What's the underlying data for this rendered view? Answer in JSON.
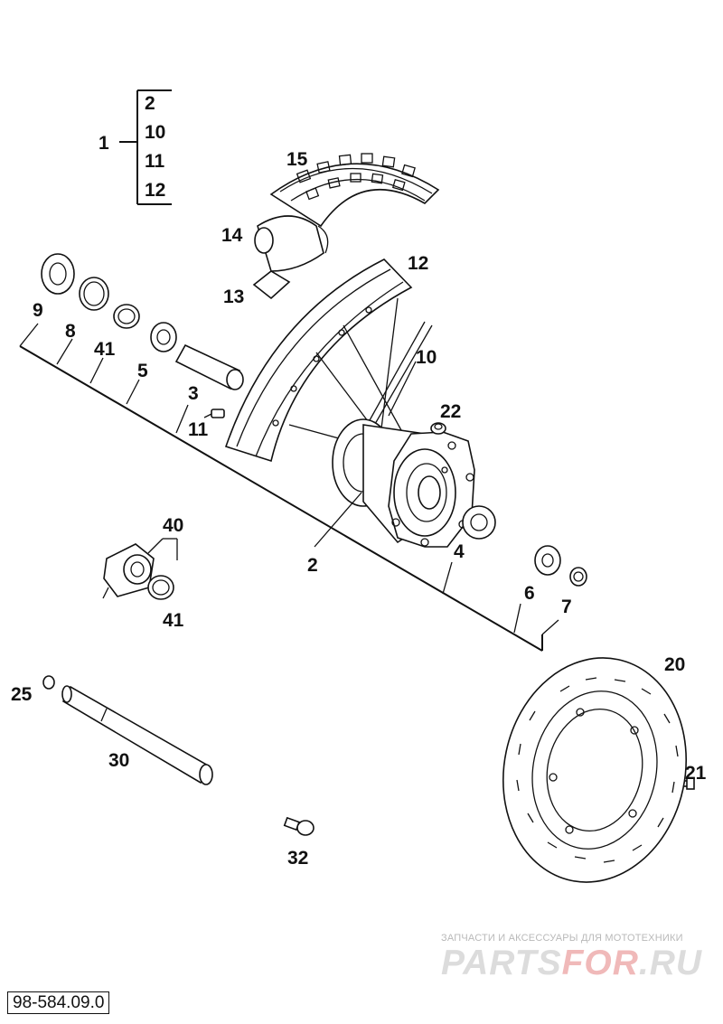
{
  "diagram": {
    "drawing_number": "98-584.09.0",
    "bracket_group": {
      "parent": "1",
      "children": [
        "2",
        "10",
        "11",
        "12"
      ]
    },
    "callouts": [
      "15",
      "14",
      "13",
      "12",
      "10",
      "9",
      "8",
      "41",
      "5",
      "3",
      "11",
      "22",
      "2",
      "4",
      "6",
      "7",
      "40",
      "41",
      "20",
      "25",
      "30",
      "21",
      "32"
    ]
  },
  "watermark": {
    "caption": "ЗАПЧАСТИ И АКСЕССУАРЫ ДЛЯ МОТОТЕХНИКИ",
    "logo_a": "PARTS",
    "logo_b": "FOR",
    "logo_c": ".RU"
  },
  "colors": {
    "ink": "#111111",
    "background": "#ffffff",
    "watermark_gray": "#dcdcdc",
    "watermark_red": "#f0b9b9"
  }
}
